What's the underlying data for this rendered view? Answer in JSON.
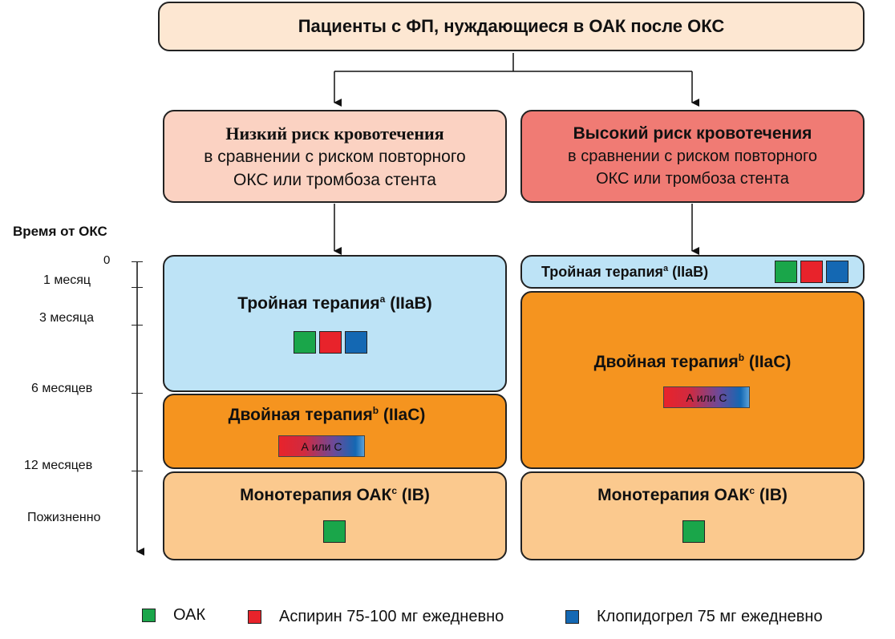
{
  "top": {
    "title": "Пациенты с ФП, нуждающиеся в ОАК после ОКС"
  },
  "low_risk": {
    "title": "Низкий риск кровотечения",
    "line1": "в сравнении с риском повторного",
    "line2": "ОКС или тромбоза стента",
    "bg": "#fbd2c2"
  },
  "high_risk": {
    "title": "Высокий риск кровотечения",
    "line1": "в сравнении с риском повторного",
    "line2": "ОКС или тромбоза стента",
    "bg": "#f07b74"
  },
  "timeline": {
    "title": "Время от ОКС",
    "ticks": [
      "0",
      "1 месяц",
      "3 месяца",
      "6 месяцев",
      "12 месяцев",
      "Пожизненно"
    ]
  },
  "left_triple": {
    "name": "Тройная терапия",
    "sup": "a",
    "cls": "(IIaB)",
    "bg": "#bde3f6"
  },
  "left_dual": {
    "name": "Двойная терапия",
    "sup": "b",
    "cls": "(IIaC)",
    "drug": "А или С",
    "bg": "#f5941f"
  },
  "left_mono": {
    "name": "Монотерапия ОАК",
    "sup": "c",
    "cls": "(IB)",
    "bg": "#fbc98e"
  },
  "right_triple": {
    "name": "Тройная терапия",
    "sup": "a",
    "cls": "(IIaB)"
  },
  "right_dual": {
    "name": "Двойная терапия",
    "sup": "b",
    "cls": "(IIaC)",
    "drug": "А или С"
  },
  "right_mono": {
    "name": "Монотерапия ОАК",
    "sup": "c",
    "cls": "(IB)"
  },
  "legend": {
    "oac": "ОАК",
    "aspirin": "Аспирин 75-100 мг ежедневно",
    "clopidogrel": "Клопидогрел 75 мг ежедневно"
  },
  "colors": {
    "oac": "#1aa64a",
    "aspirin": "#e8232b",
    "clopidogrel": "#1468b3",
    "top_bg": "#fde7d2"
  }
}
